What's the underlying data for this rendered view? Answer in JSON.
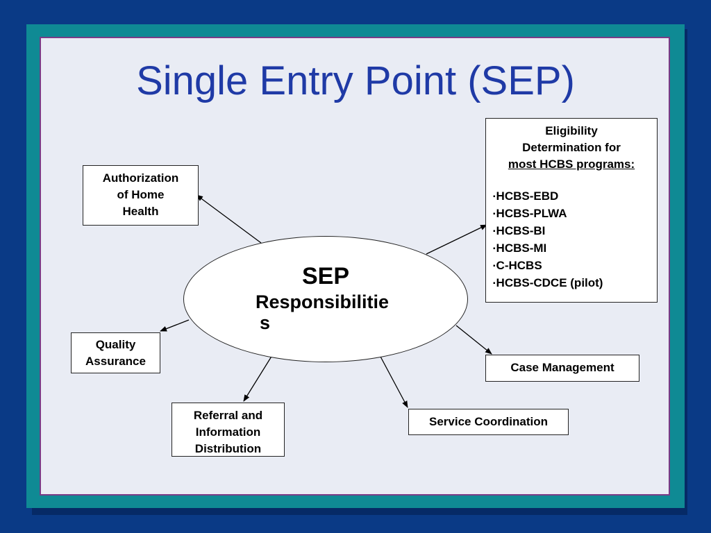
{
  "title": "Single Entry Point (SEP)",
  "center": {
    "line1": "SEP",
    "line2": "Responsibilitie",
    "line3": "s"
  },
  "boxes": {
    "authorization": [
      "Authorization",
      "of Home",
      "Health"
    ],
    "quality": [
      "Quality",
      "Assurance"
    ],
    "referral": [
      "Referral and",
      "Information",
      "Distribution"
    ],
    "service": "Service Coordination",
    "case": "Case Management",
    "eligibility": {
      "head1": "Eligibility",
      "head2": "Determination for",
      "head3": "most HCBS programs:",
      "items": [
        "HCBS-EBD",
        "HCBS-PLWA",
        "HCBS-BI",
        "HCBS-MI",
        "C-HCBS",
        "HCBS-CDCE (pilot)"
      ]
    }
  },
  "colors": {
    "background": "#0a3a86",
    "frame": "#0f8a94",
    "slide": "#e9ecf4",
    "title": "#1f3aa6"
  }
}
